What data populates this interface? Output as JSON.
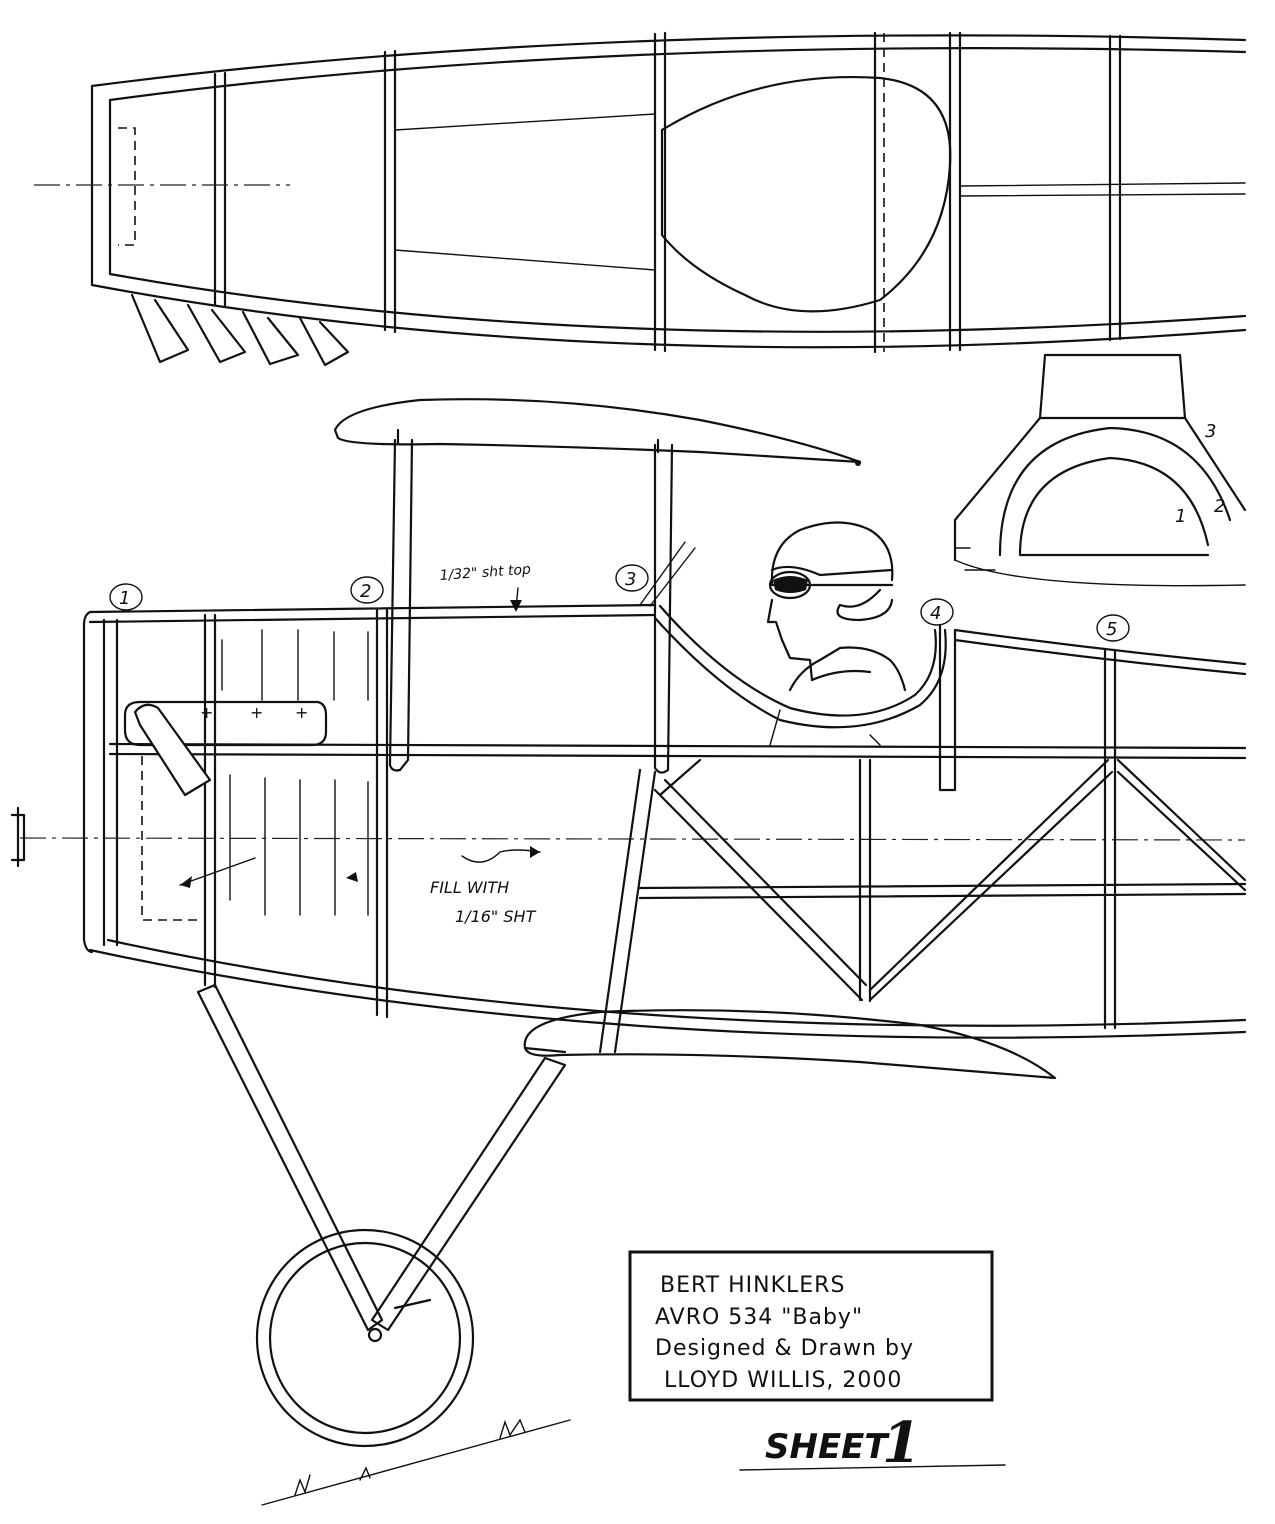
{
  "drawing": {
    "station_labels": [
      "1",
      "2",
      "3",
      "4",
      "5"
    ],
    "note_top_sheeting": "1/32\" sht top",
    "note_fill_line1": "FILL WITH",
    "note_fill_line2": "1/16\" SHT",
    "partial_labels": [
      "3",
      "2",
      "1"
    ]
  },
  "title_block": {
    "line1": "BERT HINKLERS",
    "line2": "AVRO 534 \"Baby\"",
    "line3": "Designed & Drawn by",
    "line4": "LLOYD WILLIS, 2000"
  },
  "sheet": {
    "label": "SHEET",
    "number": "1"
  }
}
